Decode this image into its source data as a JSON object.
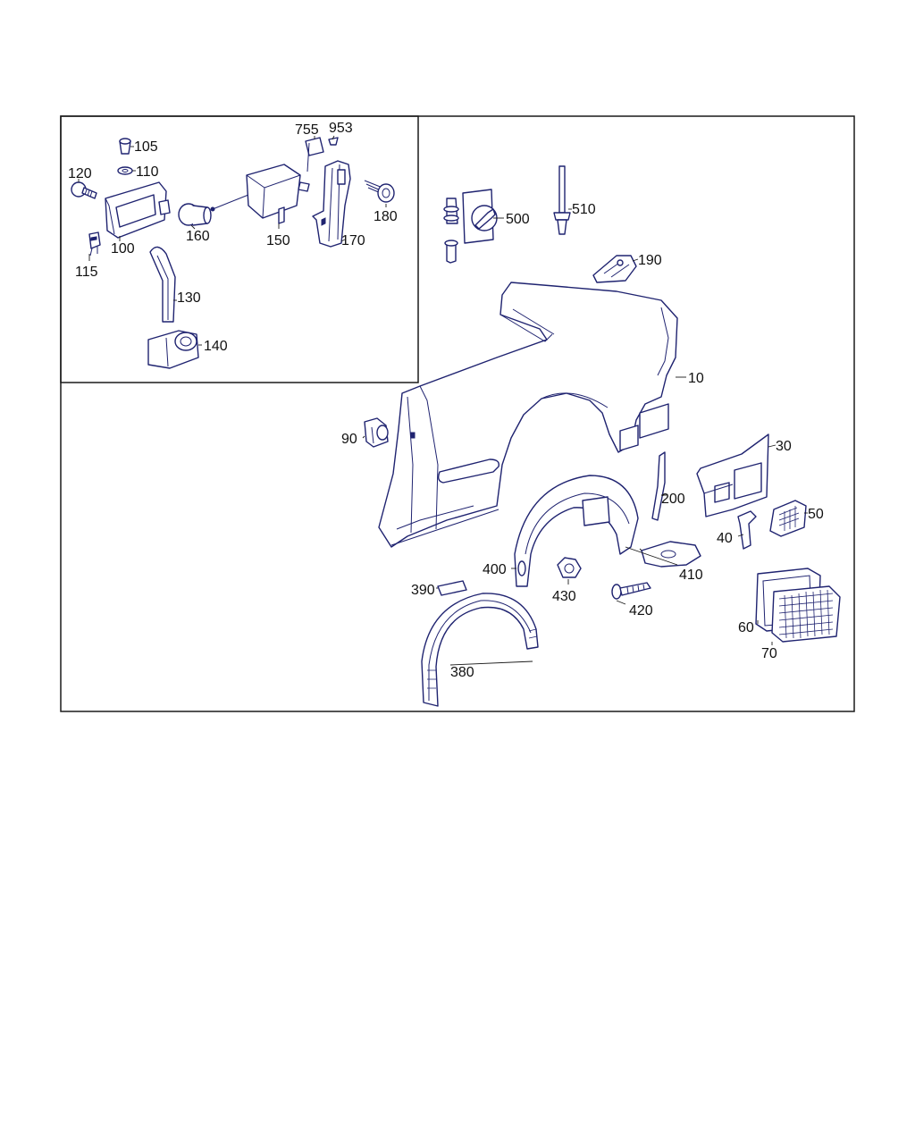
{
  "callouts": {
    "c10": "10",
    "c30": "30",
    "c40": "40",
    "c50": "50",
    "c60": "60",
    "c70": "70",
    "c90": "90",
    "c100": "100",
    "c105": "105",
    "c110": "110",
    "c115": "115",
    "c120": "120",
    "c130": "130",
    "c140": "140",
    "c150": "150",
    "c160": "160",
    "c170": "170",
    "c180": "180",
    "c190": "190",
    "c200": "200",
    "c380": "380",
    "c390": "390",
    "c400": "400",
    "c410": "410",
    "c420": "420",
    "c430": "430",
    "c500": "500",
    "c510": "510",
    "c755": "755",
    "c953": "953"
  },
  "colors": {
    "line_art": "#1f2370",
    "frame": "#1a1a1a",
    "background": "#ffffff"
  }
}
